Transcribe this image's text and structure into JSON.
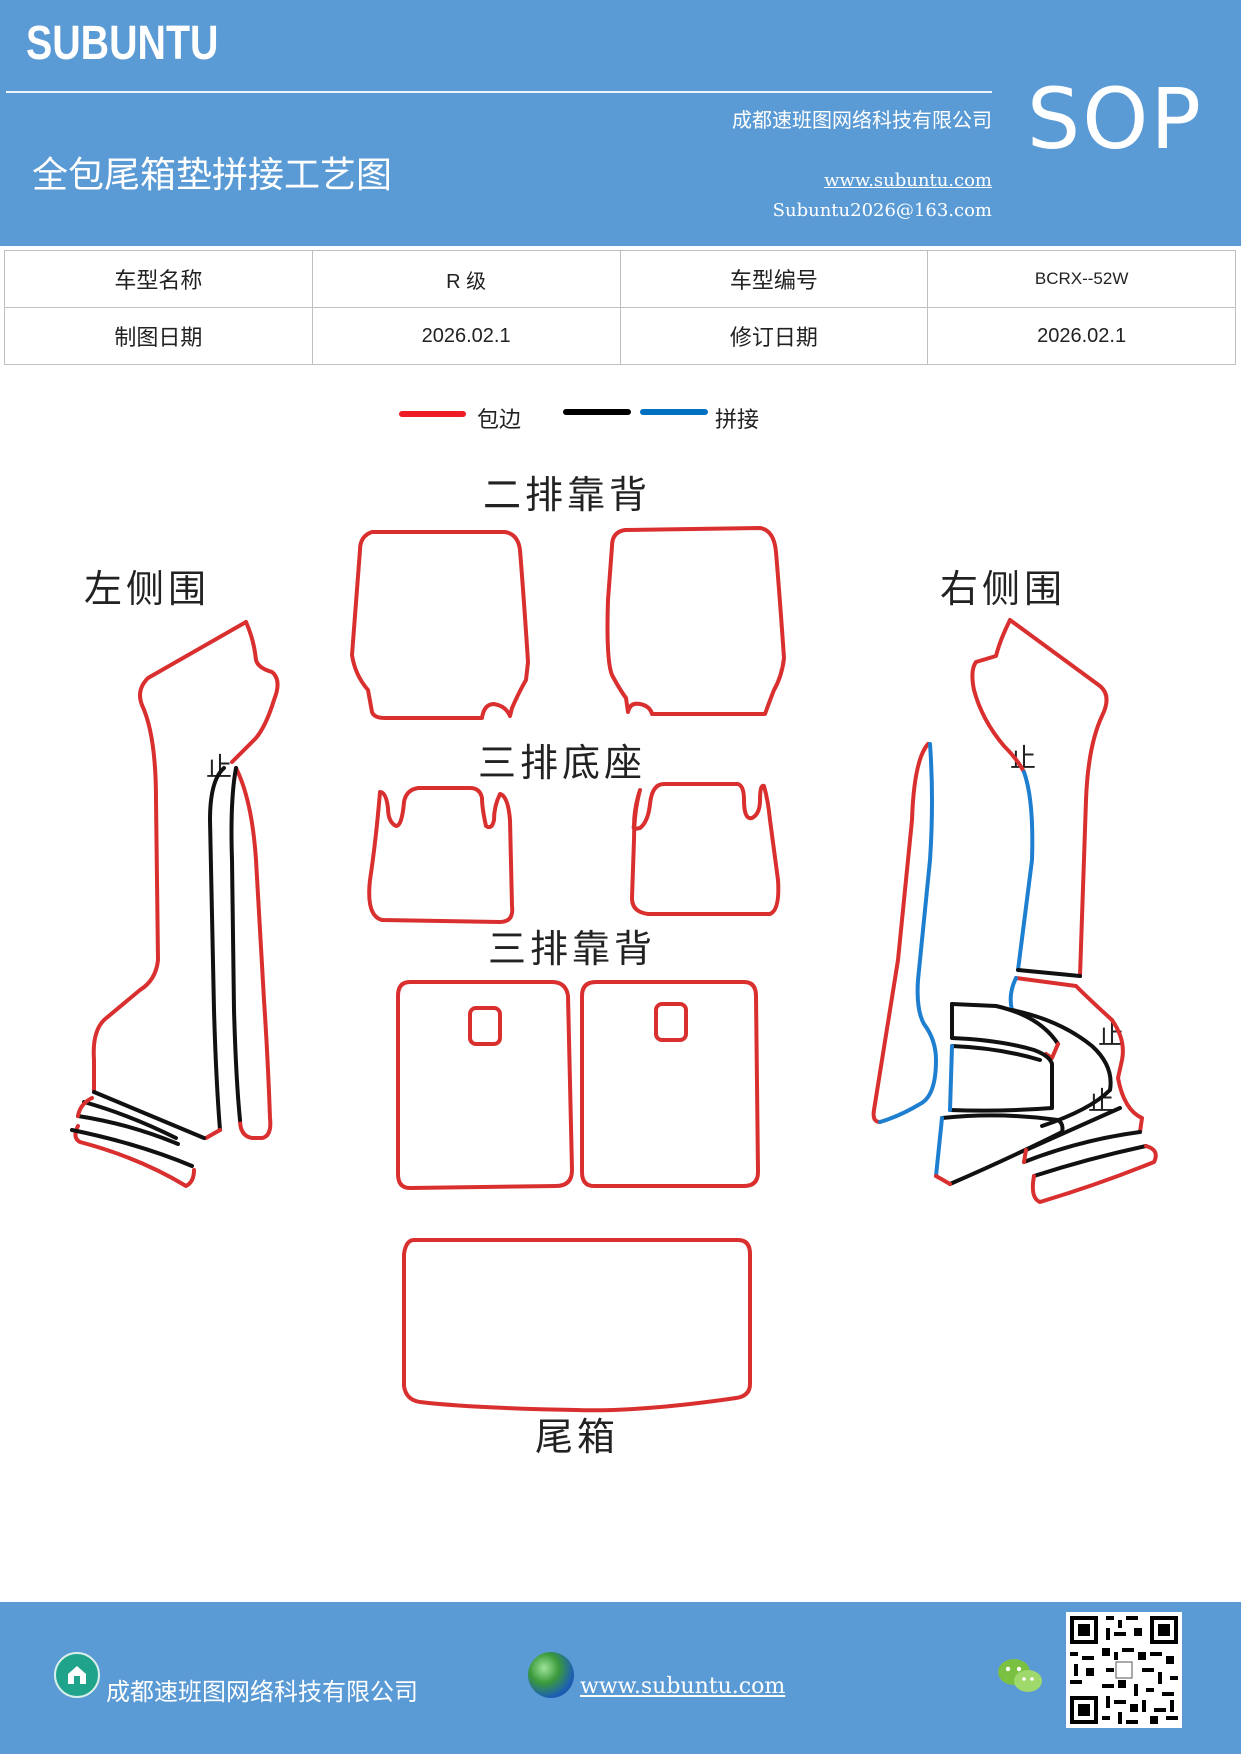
{
  "header": {
    "brand": "SUBUNTU",
    "sop": "SOP",
    "company": "成都速班图网络科技有限公司",
    "title": "全包尾箱垫拼接工艺图",
    "website": "www.subuntu.com",
    "email": "Subuntu2026@163.com"
  },
  "info_table": {
    "row1": {
      "label1": "车型名称",
      "value1": "R 级",
      "label2": "车型编号",
      "value2": "BCRX--52W"
    },
    "row2": {
      "label1": "制图日期",
      "value1": "2026.02.1",
      "label2": "修订日期",
      "value2": "2026.02.1"
    }
  },
  "legend": {
    "items": [
      {
        "label": "包边",
        "color": "#ee1c24"
      },
      {
        "label": "",
        "color": "#000000"
      },
      {
        "label": "拼接",
        "color": "#0070c0"
      }
    ]
  },
  "diagram": {
    "labels": {
      "second_row_back": "二排靠背",
      "left_side": "左侧围",
      "right_side": "右侧围",
      "third_row_seat": "三排底座",
      "third_row_back": "三排靠背",
      "trunk": "尾箱"
    },
    "stop_mark": "止",
    "colors": {
      "edge": "#d9302f",
      "seam": "#111111",
      "splice": "#1e7fd0"
    }
  },
  "footer": {
    "company": "成都速班图网络科技有限公司",
    "website": "www.subuntu.com",
    "icons": [
      "home-icon",
      "globe-icon",
      "wechat-icon",
      "qr-code"
    ]
  }
}
